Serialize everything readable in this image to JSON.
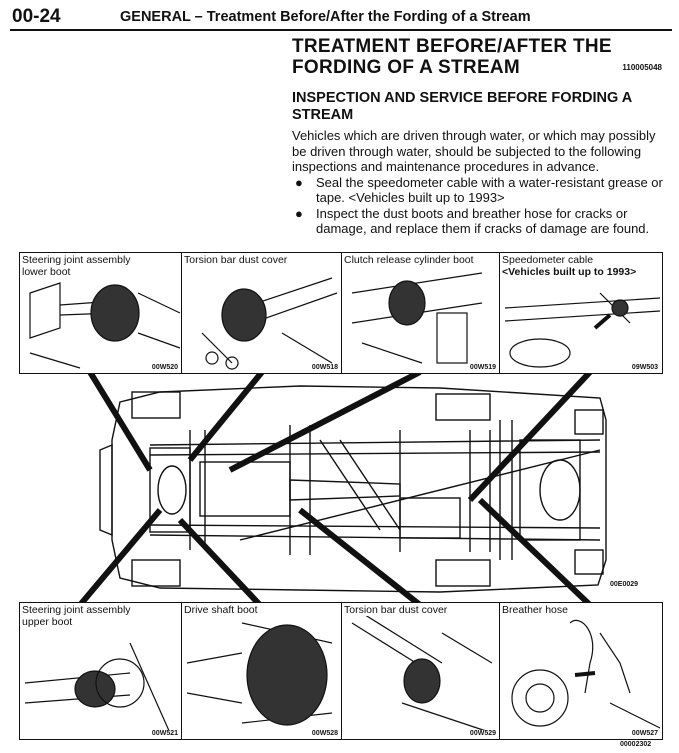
{
  "header": {
    "page_number": "00-24",
    "title": "GENERAL – Treatment Before/After the Fording of a Stream"
  },
  "section": {
    "title_line1": "TREATMENT BEFORE/AFTER THE",
    "title_line2": "FORDING OF A STREAM",
    "figure_code": "110005048",
    "subheading": "INSPECTION AND SERVICE BEFORE FORDING A STREAM",
    "intro": "Vehicles which are driven through water, or which may possibly be driven through water, should be subjected to the following inspections and maintenance procedures in advance.",
    "bullet_symbol": "●",
    "bullets": [
      "Seal the speedometer cable with a water-resistant grease or tape. <Vehicles built up to 1993>",
      "Inspect the dust boots and breather hose for cracks or damage, and replace them if cracks of damage are found."
    ]
  },
  "top_panels": [
    {
      "label": "Steering joint assembly",
      "label2": "lower boot",
      "code": "00W520"
    },
    {
      "label": "Torsion bar dust cover",
      "code": "00W518"
    },
    {
      "label": "Clutch release cylinder boot",
      "code": "00W519"
    },
    {
      "label": "Speedometer cable",
      "label2": "<Vehicles built up to 1993>",
      "code": "09W503"
    }
  ],
  "bottom_panels": [
    {
      "label": "Steering joint assembly",
      "label2": "upper boot",
      "code": "00W521"
    },
    {
      "label": "Drive shaft boot",
      "code": "00W528"
    },
    {
      "label": "Torsion bar dust cover",
      "code": "00W529"
    },
    {
      "label": "Breather hose",
      "code": "00W527"
    }
  ],
  "chassis_code": "00E0029",
  "footer_code": "00002302"
}
